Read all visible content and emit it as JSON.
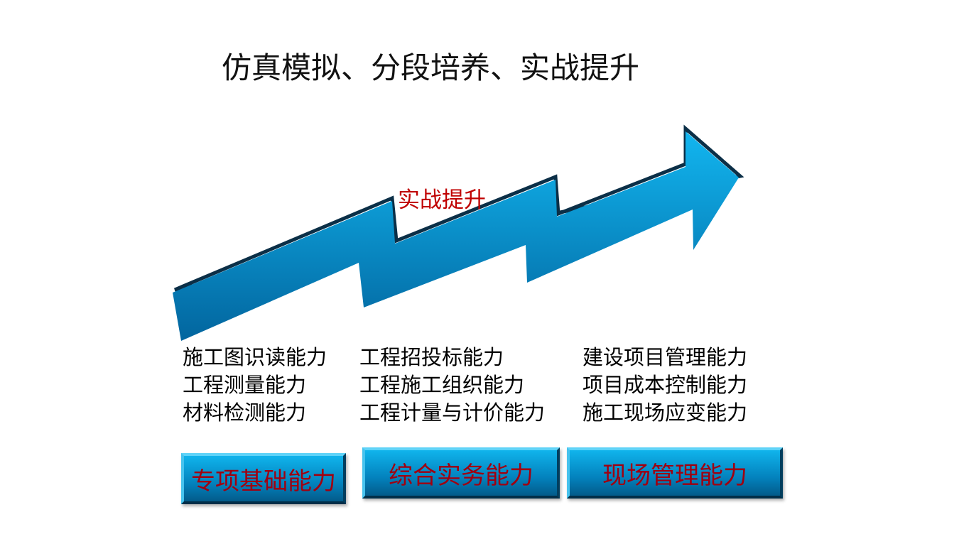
{
  "title": "仿真模拟、分段培养、实战提升",
  "arrow_label": "实战提升",
  "columns": [
    {
      "items": [
        "施工图识读能力",
        "工程测量能力",
        "材料检测能力"
      ],
      "category": "专项基础能力"
    },
    {
      "items": [
        "工程招投标能力",
        "工程施工组织能力",
        "工程计量与计价能力"
      ],
      "category": "综合实务能力"
    },
    {
      "items": [
        "建设项目管理能力",
        "项目成本控制能力",
        "施工现场应变能力"
      ],
      "category": "现场管理能力"
    }
  ]
}
